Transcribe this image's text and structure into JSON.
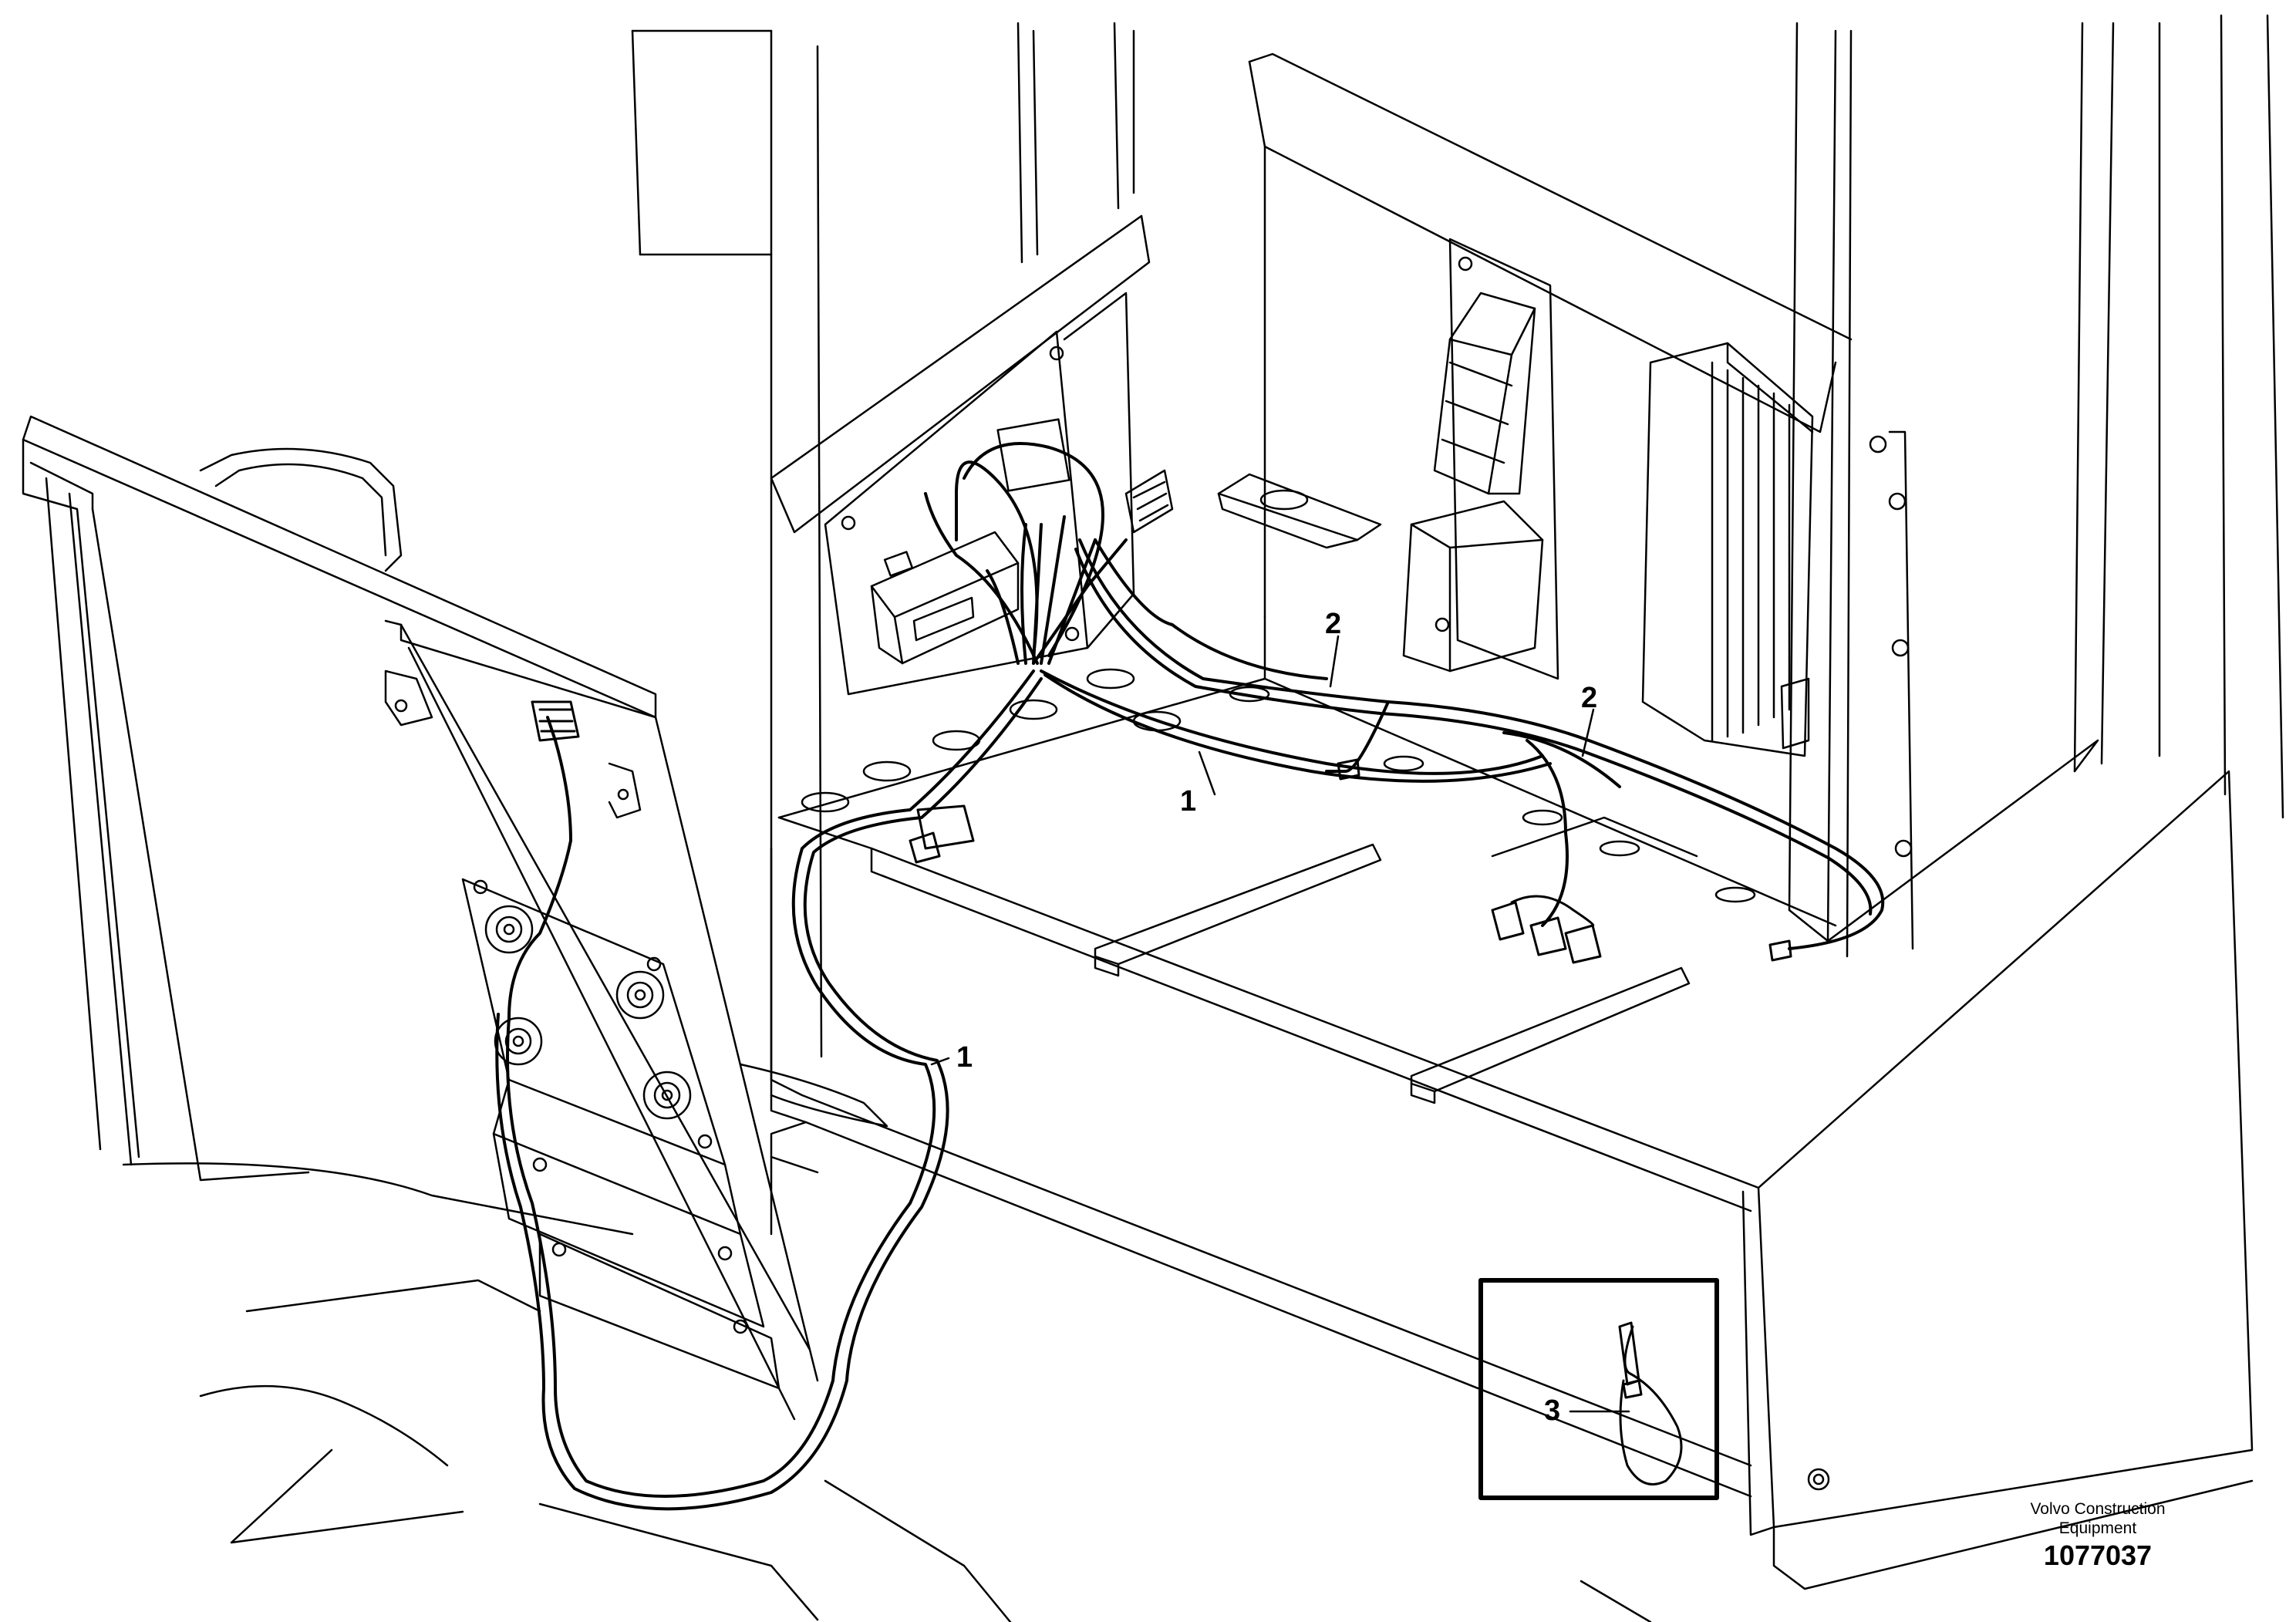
{
  "callouts": {
    "item1_upper": "1",
    "item1_lower": "1",
    "item2_center": "2",
    "item2_right": "2",
    "item3_detail": "3"
  },
  "footer": {
    "manufacturer_line1": "Volvo Construction",
    "manufacturer_line2": "Equipment",
    "illustration_number": "1077037"
  },
  "colors": {
    "line": "#000000",
    "background": "#ffffff"
  }
}
